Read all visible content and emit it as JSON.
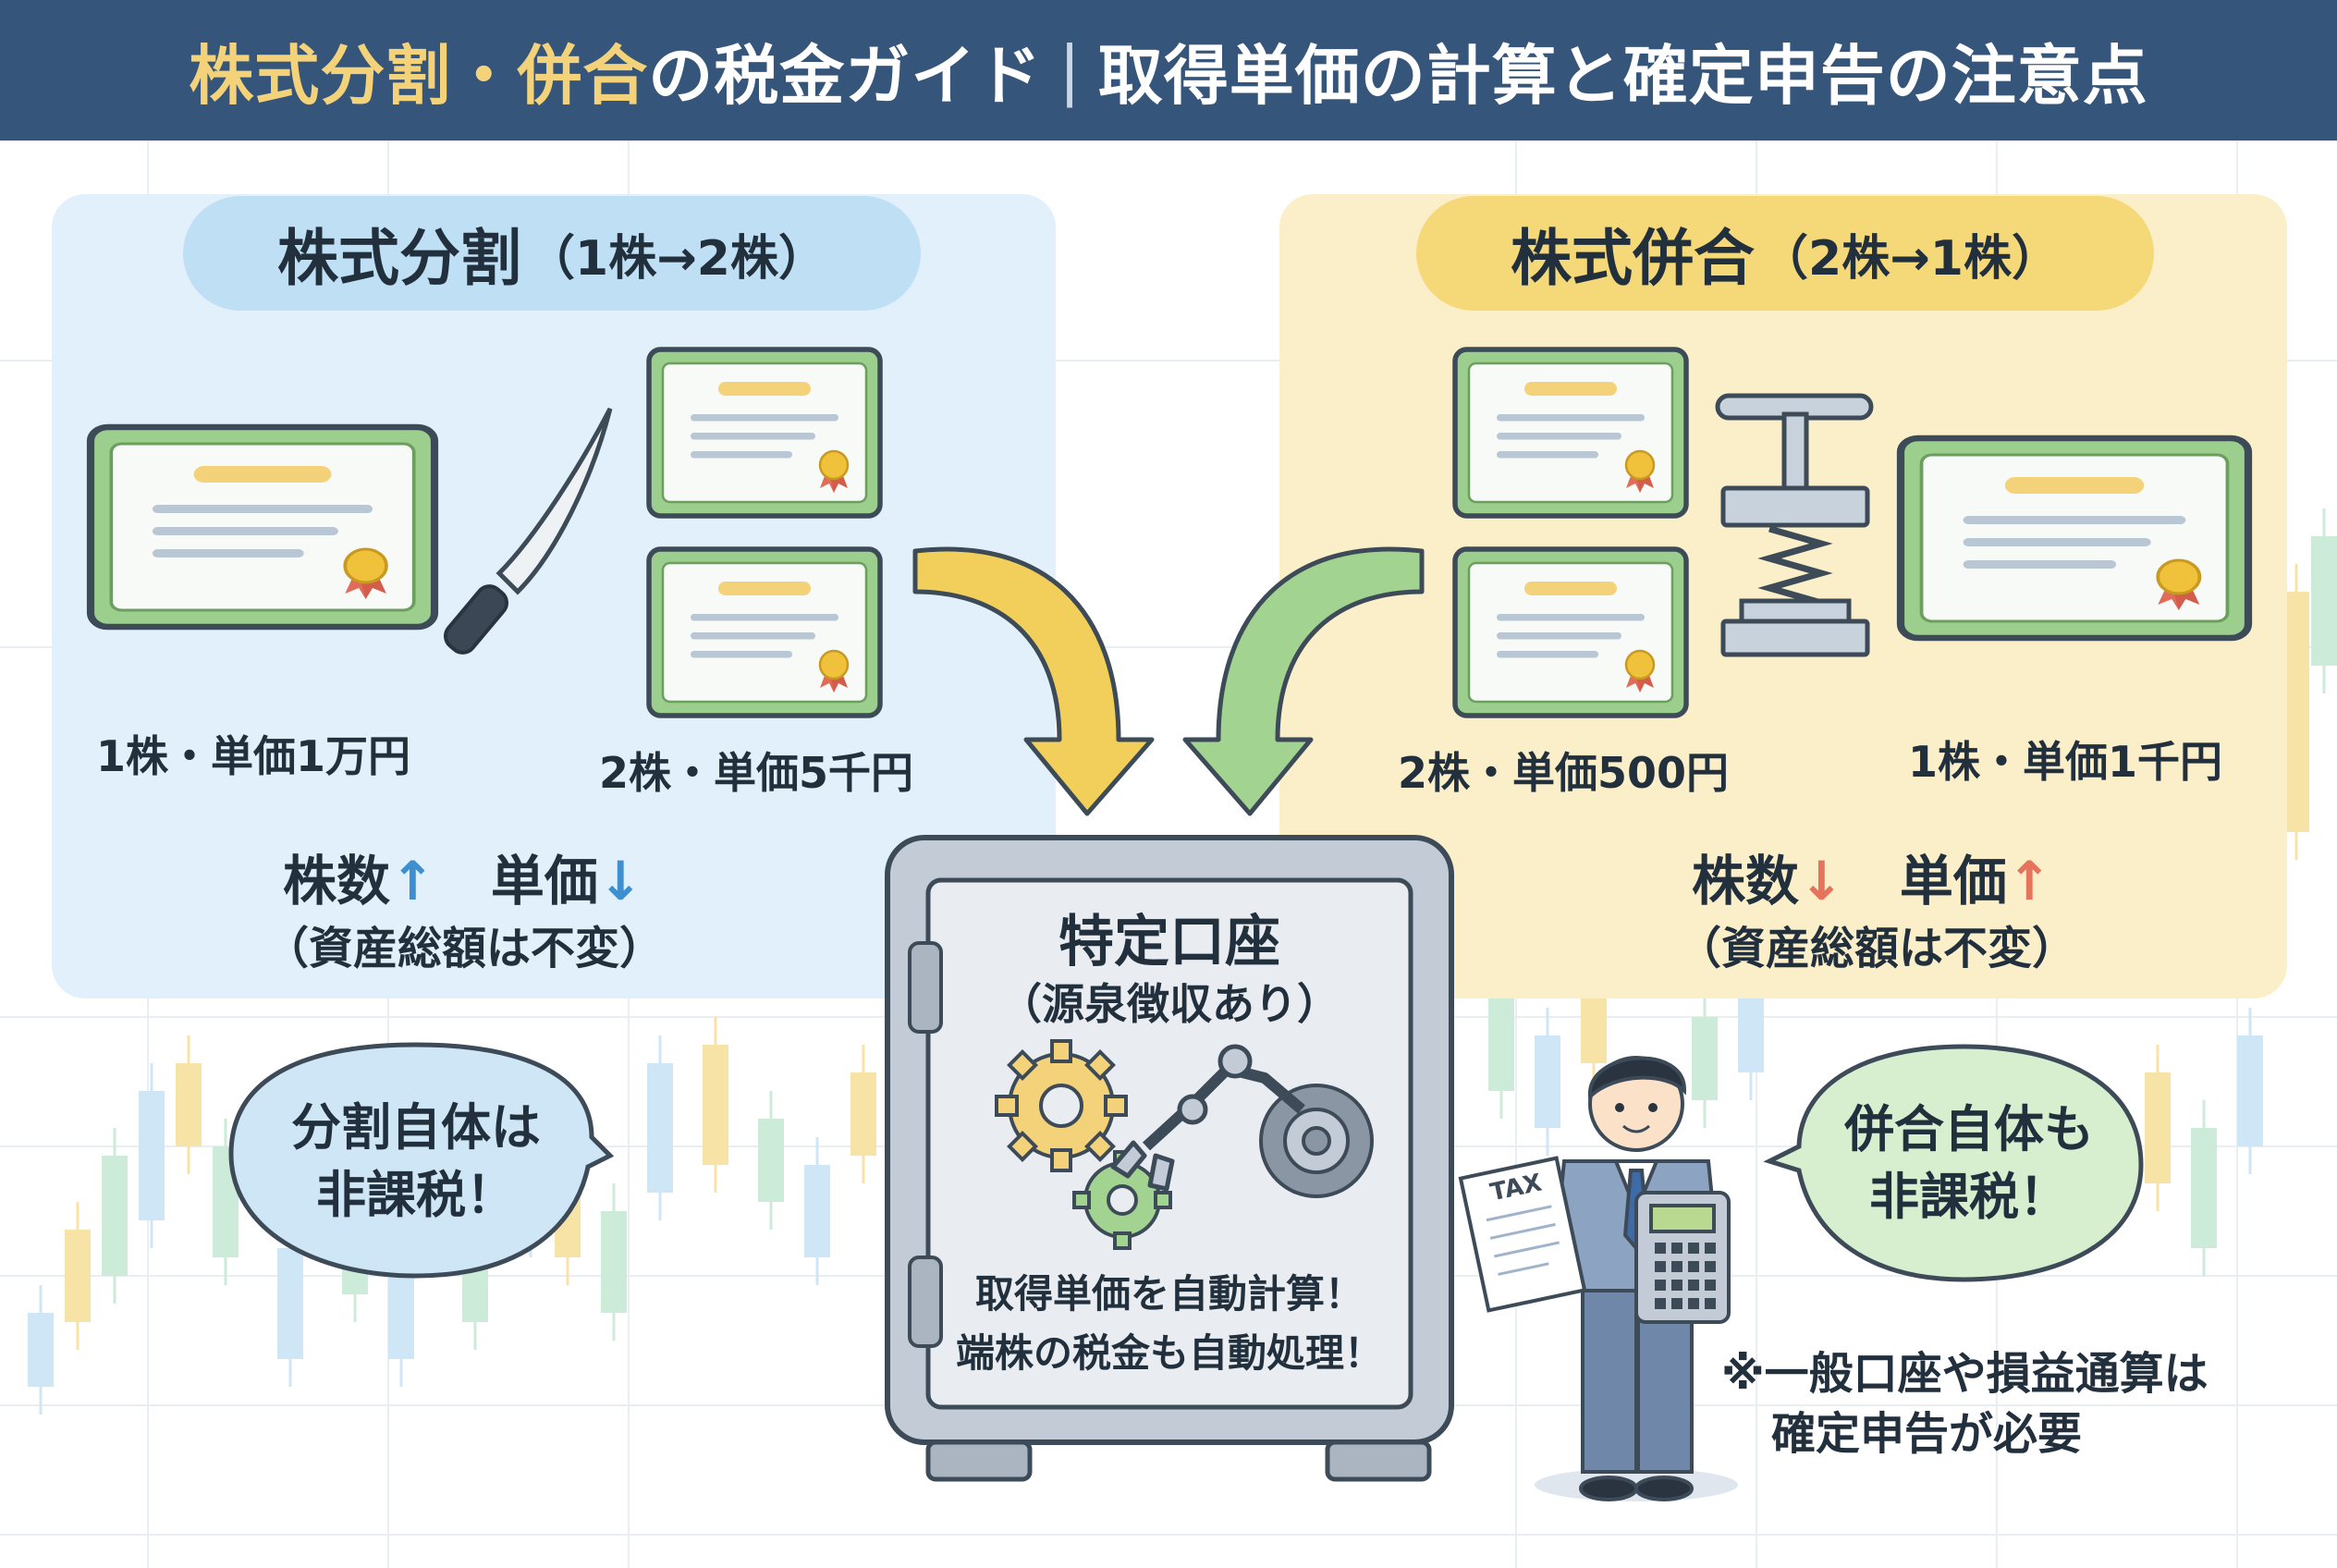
{
  "header": {
    "title_highlight_1": "株式分割",
    "title_dot": "・",
    "title_highlight_2": "併合",
    "title_rest": "の税金ガイド",
    "separator": "|",
    "title_sub": "取得単価の計算と確定申告の注意点"
  },
  "split_panel": {
    "title": "株式分割",
    "title_sub": "（1株→2株）",
    "before_label": "1株・単価1万円",
    "after_label": "2株・単価5千円",
    "effect_shares": "株数",
    "effect_shares_arrow": "↑",
    "effect_price": "単価",
    "effect_price_arrow": "↓",
    "note": "（資産総額は不変）"
  },
  "merge_panel": {
    "title": "株式併合",
    "title_sub": "（2株→1株）",
    "before_label": "2株・単価500円",
    "after_label": "1株・単価1千円",
    "effect_shares": "株数",
    "effect_shares_arrow": "↓",
    "effect_price": "単価",
    "effect_price_arrow": "↑",
    "note": "（資産総額は不変）"
  },
  "safe": {
    "title": "特定口座",
    "subtitle": "（源泉徴収あり）",
    "line1": "取得単価を自動計算！",
    "line2": "端株の税金も自動処理！"
  },
  "bubble_left": {
    "line1": "分割自体は",
    "line2": "非課税！"
  },
  "bubble_right": {
    "line1": "併合自体も",
    "line2": "非課税！"
  },
  "person": {
    "doc_text": "TAX"
  },
  "footnote": {
    "line1": "※一般口座や損益通算は",
    "line2": "確定申告が必要"
  },
  "colors": {
    "header_bg": "#35557a",
    "highlight": "#f3d27a",
    "split_bg": "#e1f0fa",
    "merge_bg": "#fbefc9",
    "certificate_frame": "#9ccf8e",
    "arrow_yellow": "#f2cf5b",
    "arrow_green": "#a3d391",
    "up_blue": "#3d8fd0",
    "down_red": "#e6735c"
  }
}
